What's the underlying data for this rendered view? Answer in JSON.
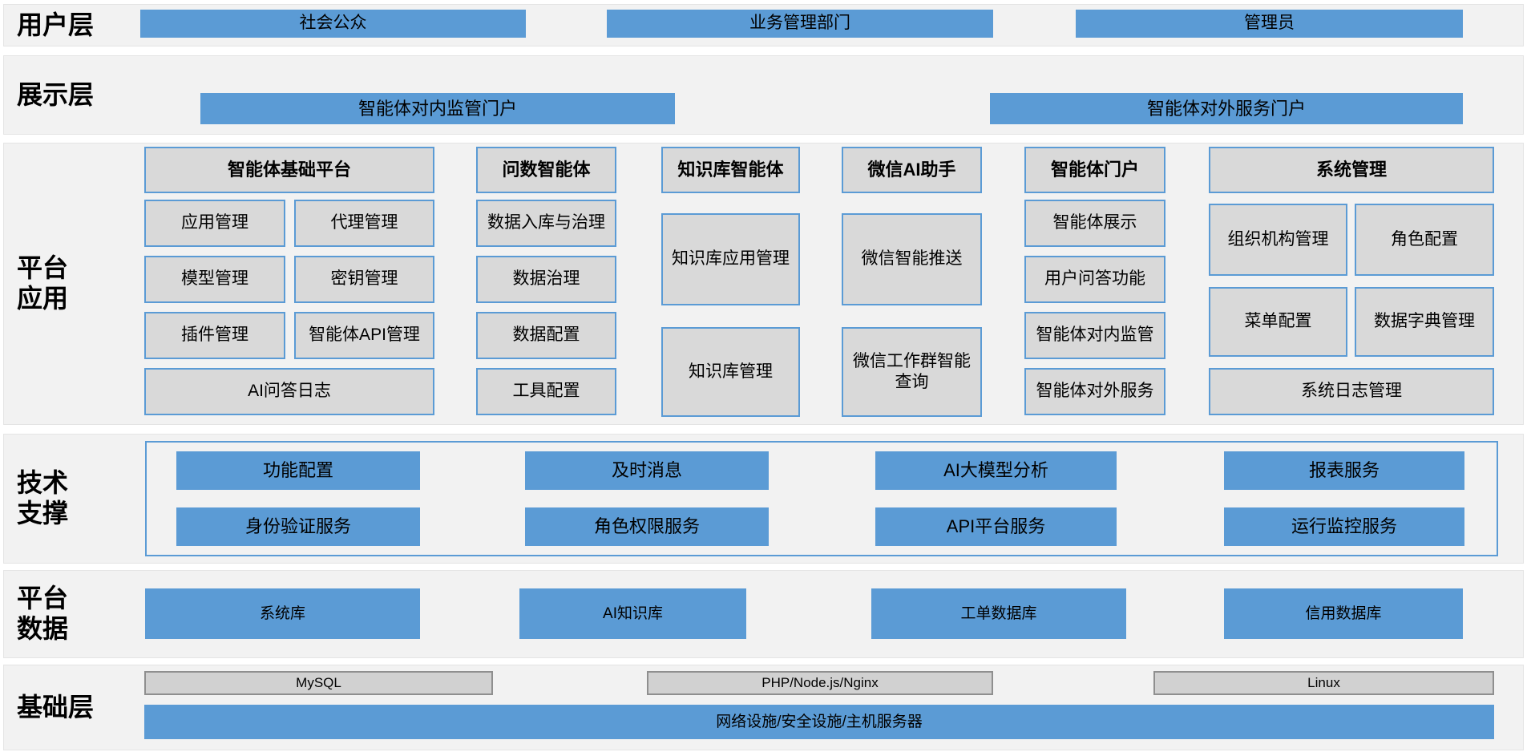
{
  "colors": {
    "accent_blue": "#5B9BD5",
    "node_gray": "#D9D9D9",
    "infra_gray": "#D1D1D1",
    "band_background": "#F2F2F2",
    "text": "#000000"
  },
  "layers": {
    "user": {
      "label": "用户层",
      "items": [
        "社会公众",
        "业务管理部门",
        "管理员"
      ]
    },
    "display": {
      "label": "展示层",
      "items": [
        "智能体对内监管门户",
        "智能体对外服务门户"
      ]
    },
    "platform_app": {
      "label": "平台\n应用",
      "columns": [
        {
          "header": "智能体基础平台",
          "items": [
            "应用管理",
            "代理管理",
            "模型管理",
            "密钥管理",
            "插件管理",
            "智能体API管理",
            "AI问答日志"
          ]
        },
        {
          "header": "问数智能体",
          "items": [
            "数据入库与治理",
            "数据治理",
            "数据配置",
            "工具配置"
          ]
        },
        {
          "header": "知识库智能体",
          "items": [
            "知识库应用管理",
            "知识库管理"
          ]
        },
        {
          "header": "微信AI助手",
          "items": [
            "微信智能推送",
            "微信工作群智能查询"
          ]
        },
        {
          "header": "智能体门户",
          "items": [
            "智能体展示",
            "用户问答功能",
            "智能体对内监管",
            "智能体对外服务"
          ]
        },
        {
          "header": "系统管理",
          "items": [
            "组织机构管理",
            "角色配置",
            "菜单配置",
            "数据字典管理",
            "系统日志管理"
          ]
        }
      ]
    },
    "tech_support": {
      "label": "技术\n支撑",
      "items": [
        "功能配置",
        "及时消息",
        "AI大模型分析",
        "报表服务",
        "身份验证服务",
        "角色权限服务",
        "API平台服务",
        "运行监控服务"
      ]
    },
    "platform_data": {
      "label": "平台\n数据",
      "items": [
        "系统库",
        "AI知识库",
        "工单数据库",
        "信用数据库"
      ]
    },
    "infrastructure": {
      "label": "基础层",
      "items": [
        "MySQL",
        "PHP/Node.js/Nginx",
        "Linux"
      ],
      "base_bar": "网络设施/安全设施/主机服务器"
    }
  }
}
